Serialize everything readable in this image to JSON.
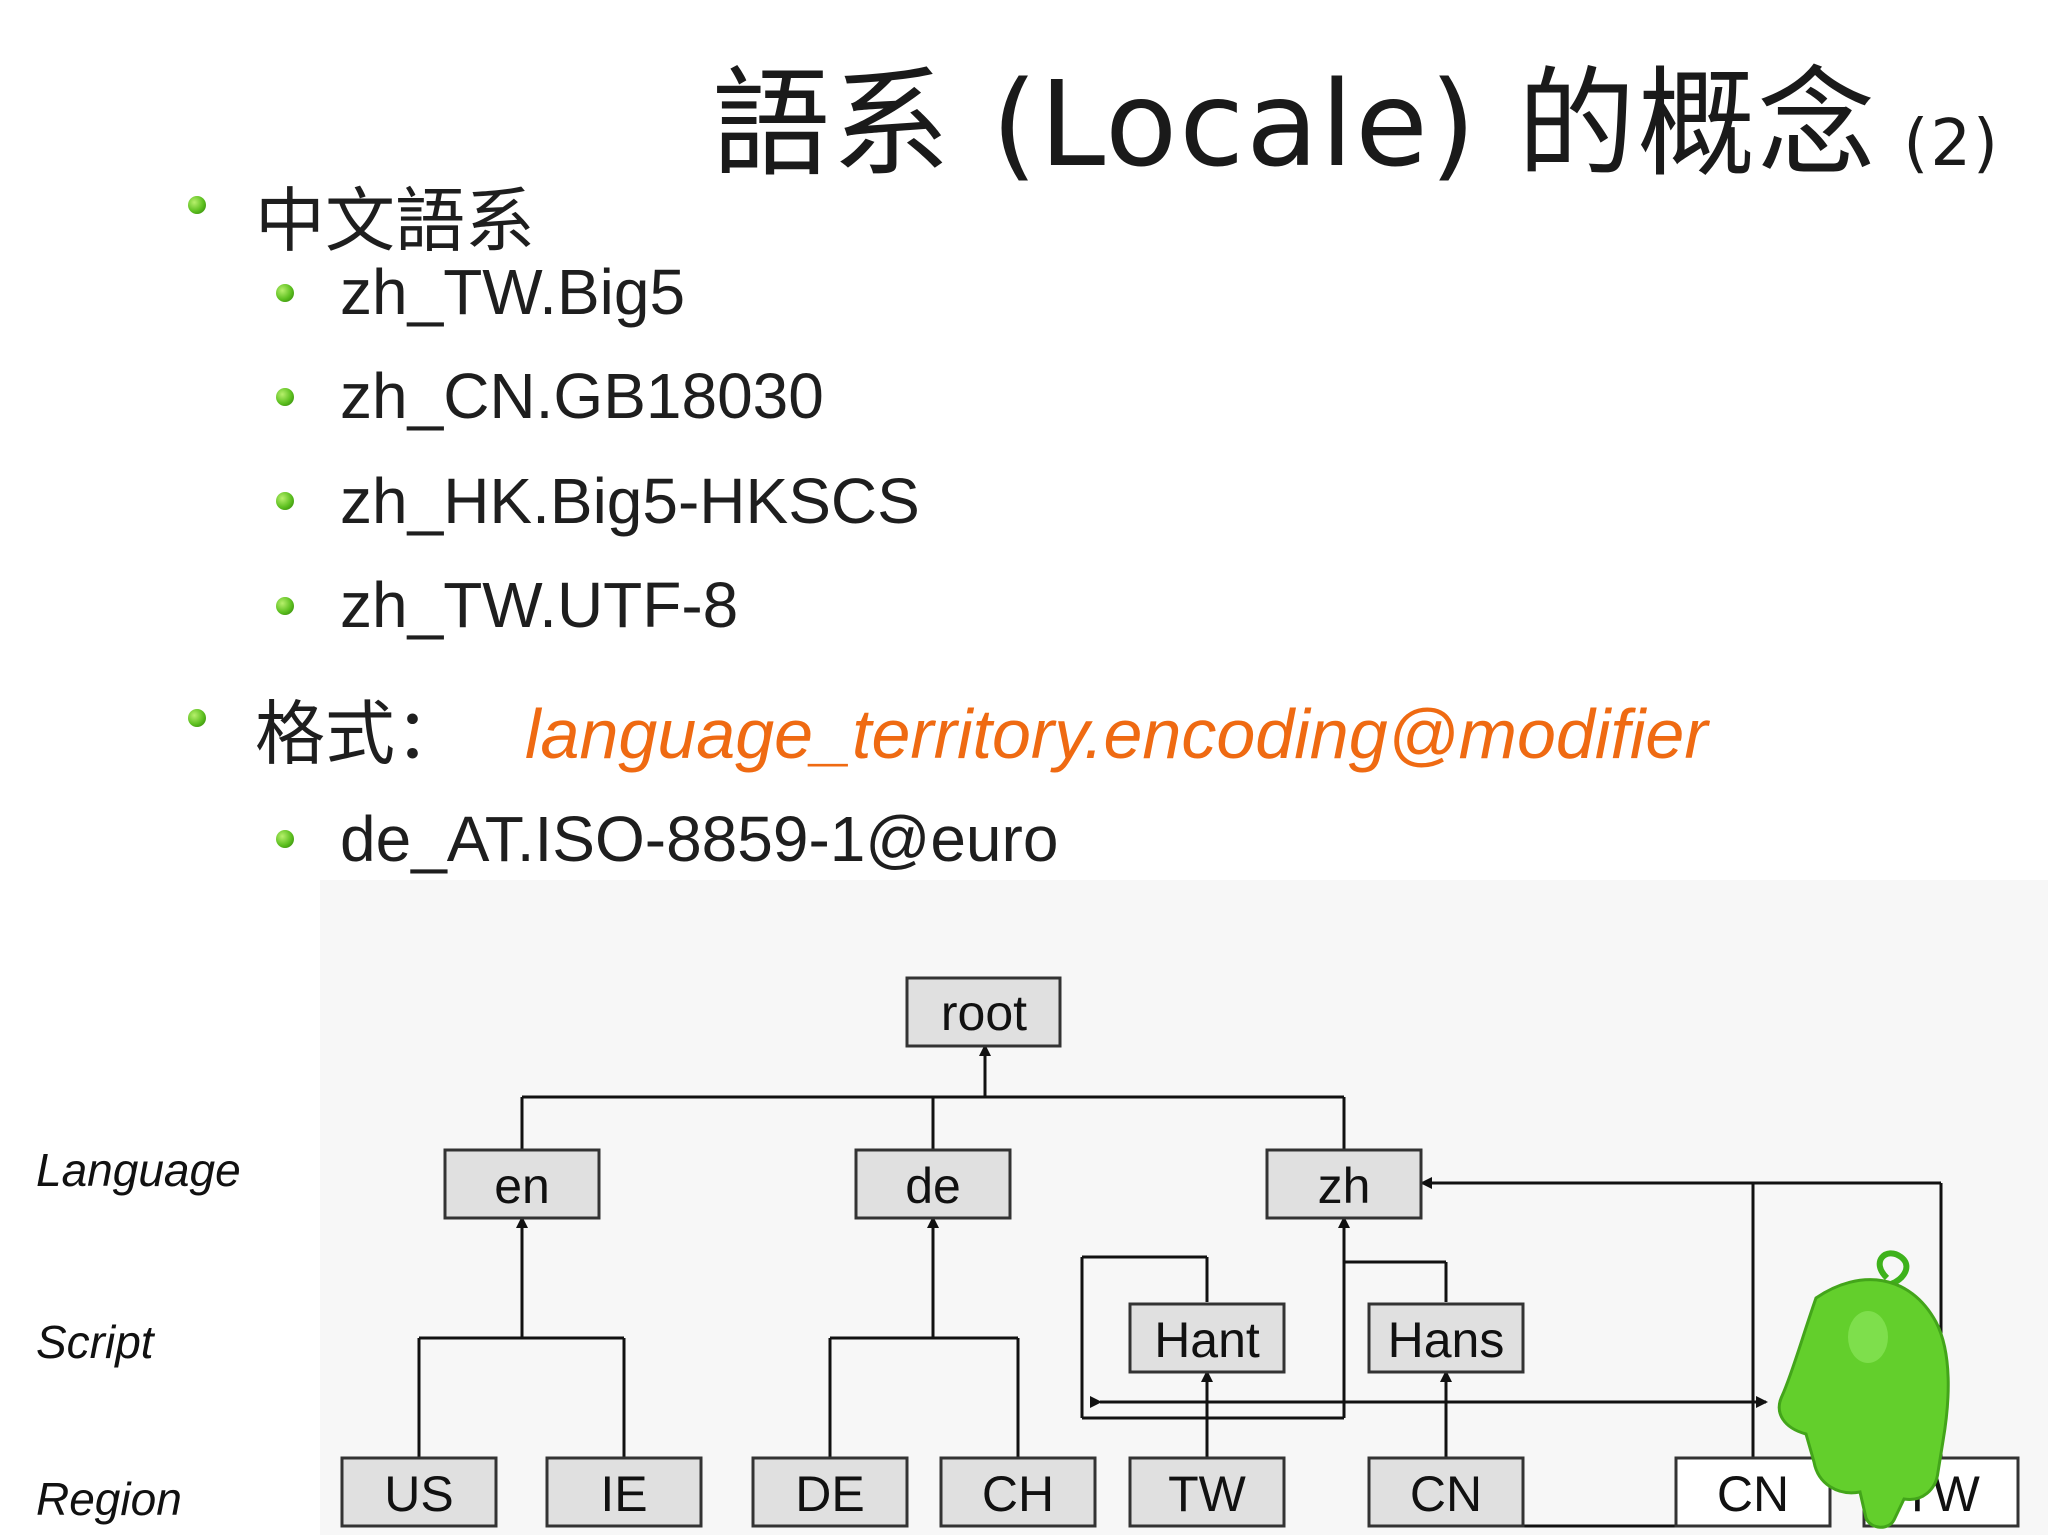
{
  "title": "語系 (Locale) 的概念",
  "title_suffix": "(2)",
  "bullets": {
    "chinese_locale": "中文語系",
    "examples": [
      "zh_TW.Big5",
      "zh_CN.GB18030",
      "zh_HK.Big5-HKSCS",
      "zh_TW.UTF-8"
    ],
    "format_label": "格式：",
    "format_value": "language_territory.encoding@modifier",
    "format_example": "de_AT.ISO-8859-1@euro"
  },
  "colors": {
    "accent": "#ef6a12",
    "bullet": "#5cbf1f",
    "node_fill": "#e0e0e0",
    "node_border": "#333333",
    "mascot": "#5ccf2a"
  },
  "hierarchy": {
    "levels": [
      "Language",
      "Script",
      "Region"
    ],
    "nodes": {
      "root": "root",
      "en": "en",
      "de": "de",
      "zh": "zh",
      "hant": "Hant",
      "hans": "Hans",
      "us": "US",
      "ie": "IE",
      "de_region": "DE",
      "ch": "CH",
      "tw_hant": "TW",
      "cn_hans": "CN",
      "cn_zh": "CN",
      "tw_zh": "TW"
    }
  },
  "mascot_icon": "green-mascot-icon"
}
